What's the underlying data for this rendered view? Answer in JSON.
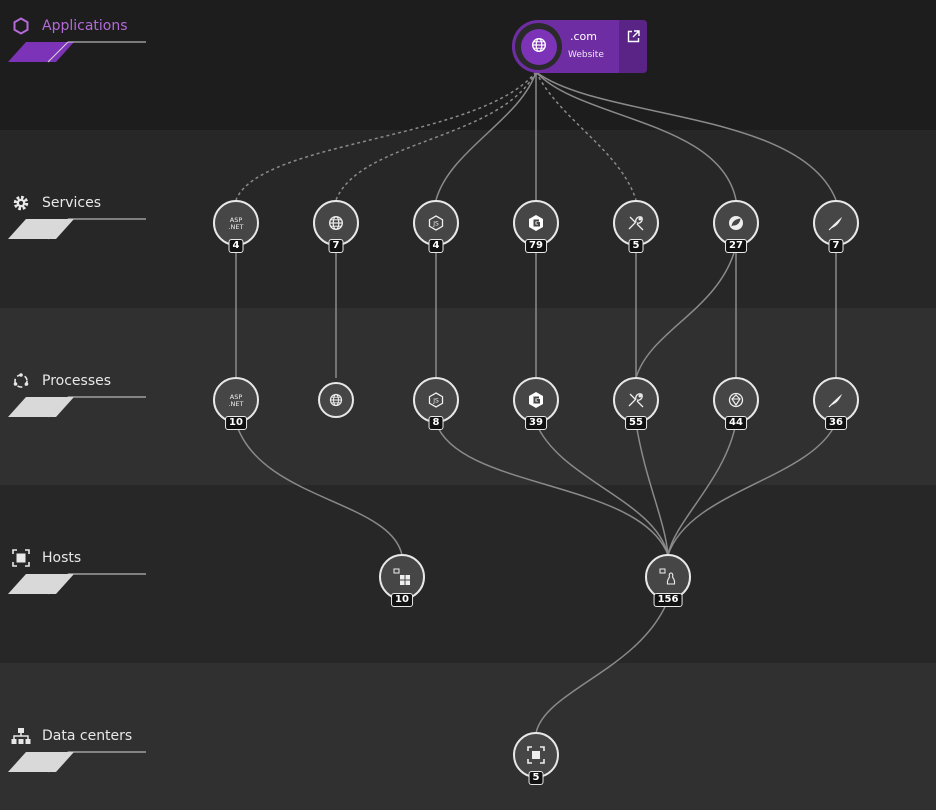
{
  "layers": [
    {
      "id": "applications",
      "label": "Applications",
      "icon": "hexagon-icon"
    },
    {
      "id": "services",
      "label": "Services",
      "icon": "gear-icon"
    },
    {
      "id": "processes",
      "label": "Processes",
      "icon": "process-cycle-icon"
    },
    {
      "id": "hosts",
      "label": "Hosts",
      "icon": "host-icon"
    },
    {
      "id": "datacenters",
      "label": "Data centers",
      "icon": "datacenter-icon"
    }
  ],
  "application": {
    "name": ".com",
    "type": "Website",
    "icon": "globe-icon",
    "action_icon": "external-link-icon"
  },
  "services": [
    {
      "icon": "aspnet-icon",
      "count": "4"
    },
    {
      "icon": "globe-icon",
      "count": "7"
    },
    {
      "icon": "nodejs-icon",
      "count": "4"
    },
    {
      "icon": "go-icon",
      "count": "79"
    },
    {
      "icon": "tools-icon",
      "count": "5"
    },
    {
      "icon": "spring-icon",
      "count": "27"
    },
    {
      "icon": "feather-icon",
      "count": "7"
    }
  ],
  "processes": [
    {
      "icon": "aspnet-icon",
      "count": "10"
    },
    {
      "icon": "globe-icon",
      "count": ""
    },
    {
      "icon": "nodejs-icon",
      "count": "8"
    },
    {
      "icon": "go-icon",
      "count": "39"
    },
    {
      "icon": "tools-icon",
      "count": "55"
    },
    {
      "icon": "ruby-icon",
      "count": "44"
    },
    {
      "icon": "feather-icon",
      "count": "36"
    }
  ],
  "hosts": [
    {
      "icon": "windows-host-icon",
      "count": "10"
    },
    {
      "icon": "linux-host-icon",
      "count": "156"
    }
  ],
  "datacenters": [
    {
      "icon": "datacenter-focus-icon",
      "count": "5"
    }
  ],
  "colors": {
    "accent": "#7d33b8",
    "link": "#8a8a8a",
    "node_bg": "#464646"
  }
}
